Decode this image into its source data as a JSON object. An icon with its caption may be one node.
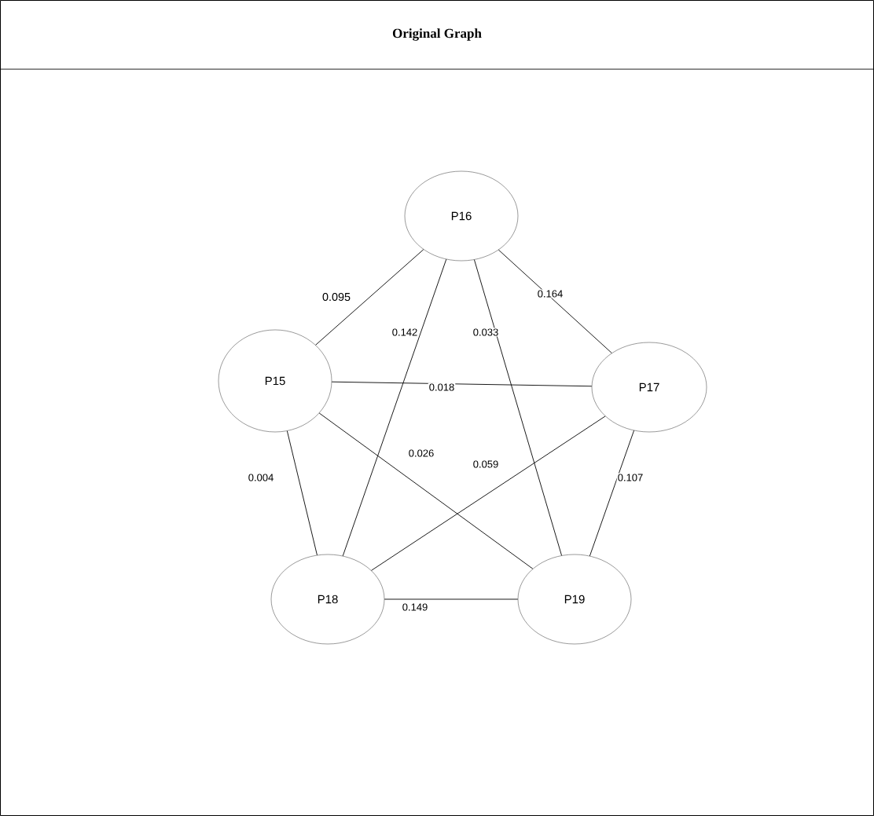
{
  "diagram": {
    "title": "Original Graph",
    "nodes": [
      {
        "text": [
          "P15"
        ]
      },
      {
        "text": [
          "P16"
        ]
      },
      {
        "text": [
          "P17"
        ]
      },
      {
        "text": [
          "P18"
        ]
      },
      {
        "text": [
          "P19"
        ]
      }
    ],
    "edges": [
      {
        "from": 0,
        "to": 1,
        "arrow": "none",
        "label": "0.095"
      },
      {
        "from": 1,
        "to": 3,
        "arrow": "none",
        "label": "0.142"
      },
      {
        "from": 1,
        "to": 4,
        "arrow": "none",
        "label": "0.033"
      },
      {
        "from": 1,
        "to": 2,
        "arrow": "none",
        "label": "0.164"
      },
      {
        "from": 0,
        "to": 2,
        "arrow": "none",
        "label": "0.018"
      },
      {
        "from": 0,
        "to": 4,
        "arrow": "none",
        "label": "0.026"
      },
      {
        "from": 2,
        "to": 3,
        "arrow": "none",
        "label": "0.059"
      },
      {
        "from": 0,
        "to": 3,
        "arrow": "none",
        "label": "0.004"
      },
      {
        "from": 2,
        "to": 4,
        "arrow": "none",
        "label": "0.107"
      },
      {
        "from": 3,
        "to": 4,
        "arrow": "none",
        "label": "0.149"
      }
    ]
  }
}
